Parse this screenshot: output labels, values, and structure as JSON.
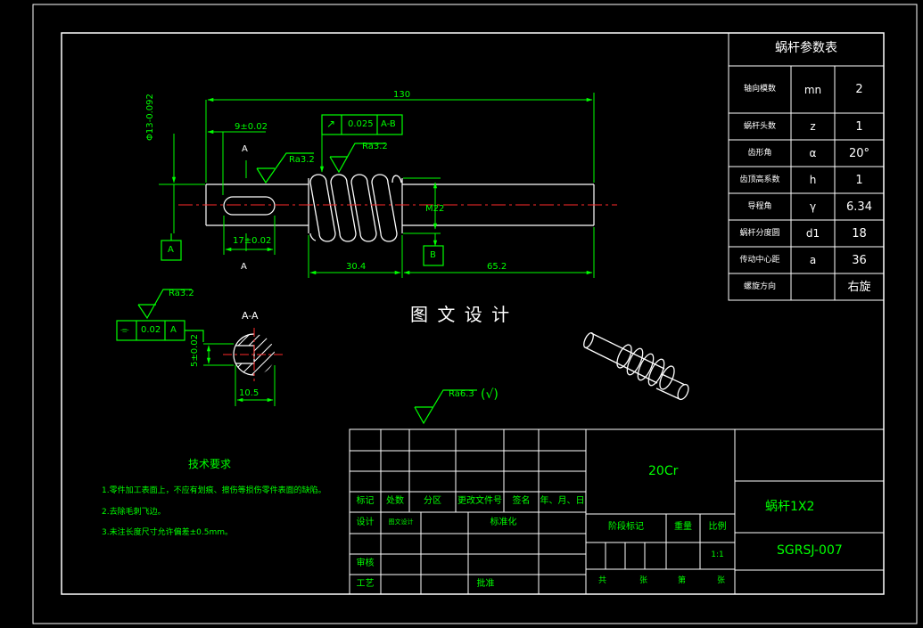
{
  "colors": {
    "frame": "#ffffff",
    "part": "#ffffff",
    "dim": "#00ff00",
    "centerline": "#ff2a2a",
    "table_text": "#00ff00",
    "watermark": "#ffffff",
    "background": "#000000"
  },
  "watermark": "图 文 设 计",
  "dims": {
    "overall": "130",
    "key_pos": "9±0.02",
    "key_len": "17±0.02",
    "shaft_dia": "Φ13-0.092",
    "thread_dia": "M22",
    "worm_len": "30.4",
    "end_len": "65.2",
    "section_width": "10.5",
    "section_depth": "5±0.02"
  },
  "roughness": {
    "r1": "Ra3.2",
    "r2": "Ra3.2",
    "r3": "Ra3.2",
    "general": "Ra6.3",
    "general_suffix": "(√)"
  },
  "tolerance": {
    "runout": {
      "symbol": "↗",
      "value": "0.025",
      "datum": "A-B"
    },
    "symmetry": {
      "symbol": "⌯",
      "value": "0.02",
      "datum": "A"
    }
  },
  "datums": {
    "a": "A",
    "b": "B"
  },
  "section": {
    "cut_top": "A",
    "cut_bottom": "A",
    "label": "A-A"
  },
  "param_table": {
    "title": "蜗杆参数表",
    "rows": [
      {
        "name": "轴向模数",
        "symbol": "mn",
        "value": "2"
      },
      {
        "name": "蜗杆头数",
        "symbol": "z",
        "value": "1"
      },
      {
        "name": "齿形角",
        "symbol": "α",
        "value": "20°"
      },
      {
        "name": "齿顶高系数",
        "symbol": "h",
        "value": "1"
      },
      {
        "name": "导程角",
        "symbol": "γ",
        "value": "6.34"
      },
      {
        "name": "蜗杆分度圆",
        "symbol": "d1",
        "value": "18"
      },
      {
        "name": "传动中心距",
        "symbol": "a",
        "value": "36"
      },
      {
        "name": "螺旋方向",
        "symbol": "",
        "value": "右旋"
      }
    ]
  },
  "tech": {
    "title": "技术要求",
    "items": [
      "1.零件加工表面上，不应有划痕、擦伤等损伤零件表面的缺陷。",
      "2.去除毛刺飞边。",
      "3.未注长度尺寸允许偏差±0.5mm。"
    ]
  },
  "title_block": {
    "material": "20Cr",
    "name": "蜗杆1X2",
    "code": "SGRSJ-007",
    "rev_headers": [
      "标记",
      "处数",
      "分区",
      "更改文件号",
      "签名",
      "年、月、日"
    ],
    "design": "设计",
    "standardize": "标准化",
    "review": "审核",
    "process": "工艺",
    "approve": "批准",
    "stage_mark": "阶段标记",
    "weight": "重量",
    "ratio": "比例",
    "scale": "1:1",
    "sheets_total": "共",
    "sheet_unit1": "张",
    "sheet_no": "第",
    "sheet_unit2": "张",
    "designer_sig": "图文设计"
  }
}
